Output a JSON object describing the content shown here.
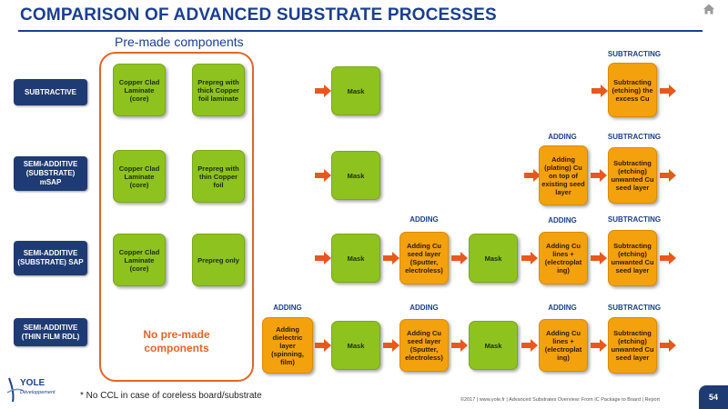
{
  "header": {
    "title": "COMPARISON OF ADVANCED SUBSTRATE PROCESSES"
  },
  "premade": {
    "title": "Pre-made components",
    "none_label": "No pre-made components"
  },
  "rows": [
    {
      "label": "SUBTRACTIVE"
    },
    {
      "label": "SEMI-ADDITIVE (SUBSTRATE) mSAP"
    },
    {
      "label": "SEMI-ADDITIVE (SUBSTRATE) SAP"
    },
    {
      "label": "SEMI-ADDITIVE (THIN FILM RDL)"
    }
  ],
  "components": {
    "ccl1": "Copper Clad Laminate (core)",
    "prepreg_thick": "Prepreg with thick Copper foil laminate",
    "ccl2": "Copper Clad Laminate (core)",
    "prepreg_thin": "Prepreg with thin Copper foil",
    "ccl3": "Copper Clad Laminate (core)",
    "prepreg_only": "Prepreg only"
  },
  "steps": {
    "r1_mask": "Mask",
    "r1_sub": "Subtracting (etching) the excess Cu",
    "r2_mask": "Mask",
    "r2_add": "Adding (plating) Cu on top of existing seed layer",
    "r2_sub": "Subtracting (etching) unwanted Cu seed layer",
    "r3_mask1": "Mask",
    "r3_seed": "Adding Cu seed layer (Sputter, electroless)",
    "r3_mask2": "Mask",
    "r3_lines": "Adding Cu lines + (electroplat ing)",
    "r3_sub": "Subtracting (etching) unwanted Cu seed layer",
    "r4_diel": "Adding dielectric layer (spinning, film)",
    "r4_mask1": "Mask",
    "r4_seed": "Adding Cu seed layer (Sputter, electroless)",
    "r4_mask2": "Mask",
    "r4_lines": "Adding Cu lines + (electroplat ing)",
    "r4_sub": "Subtracting (etching) unwanted Cu seed layer"
  },
  "stages": {
    "r1_subtracting": "SUBTRACTING",
    "r2_adding": "ADDING",
    "r2_subtracting": "SUBTRACTING",
    "r3_adding1": "ADDING",
    "r3_adding2": "ADDING",
    "r3_subtracting": "SUBTRACTING",
    "r4_adding1": "ADDING",
    "r4_adding2": "ADDING",
    "r4_adding3": "ADDING",
    "r4_subtracting": "SUBTRACTING"
  },
  "footnote": "* No CCL in case of coreless board/substrate",
  "footer": {
    "credit": "©2017 | www.yole.fr | Advanced Substrates Overview: From IC Package to Board | Report",
    "page": "54"
  },
  "logo": {
    "name": "YOLE",
    "subtitle": "Développement"
  },
  "colors": {
    "title": "#1b3f8f",
    "green": "#8ec21f",
    "orange": "#f4a10e",
    "accent": "#e2642a",
    "label_bg": "#1f3b73"
  }
}
